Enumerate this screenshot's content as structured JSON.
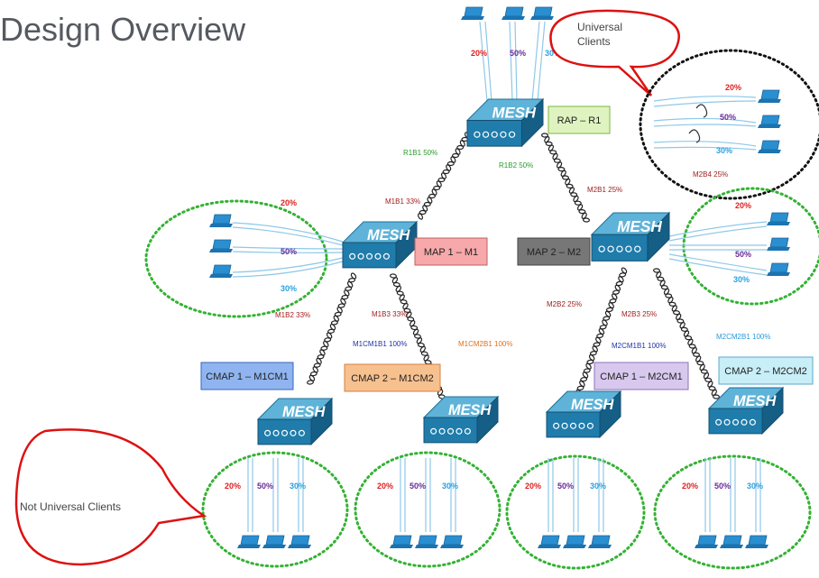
{
  "title": "Design Overview",
  "colors": {
    "mesh_top": "#5fb3d8",
    "mesh_side": "#1d6f99",
    "green_dot": "#33b233",
    "black_dot": "#111111",
    "callout": "#dd1111",
    "pct20": "#e02020",
    "pct50": "#6a2a9a",
    "pct30": "#2aa0e0",
    "link_red": "#a02020",
    "link_green": "#2a9a2a",
    "link_blue": "#2233aa",
    "link_orange": "#e07020"
  },
  "callouts": {
    "universal": "Universal\nClients",
    "not_universal": "Not Universal Clients"
  },
  "nodes": {
    "rap": {
      "badge": "MESH",
      "label": "RAP – R1"
    },
    "map1": {
      "badge": "MESH",
      "label": "MAP 1 – M1"
    },
    "map2": {
      "badge": "MESH",
      "label": "MAP 2 – M2"
    },
    "cmap1m1": {
      "badge": "MESH",
      "label": "CMAP 1 – M1CM1"
    },
    "cmap2m1": {
      "badge": "MESH",
      "label": "CMAP 2 – M1CM2"
    },
    "cmap1m2": {
      "badge": "MESH",
      "label": "CMAP 1 – M2CM1"
    },
    "cmap2m2": {
      "badge": "MESH",
      "label": "CMAP 2 – M2CM2"
    }
  },
  "link_labels": {
    "r1b1": "R1B1 50%",
    "r1b2": "R1B2 50%",
    "m1b1": "M1B1 33%",
    "m2b1": "M2B1 25%",
    "m1b2": "M1B2 33%",
    "m1b3": "M1B3 33%",
    "m2b2": "M2B2 25%",
    "m2b3": "M2B3 25%",
    "m2b4": "M2B4 25%",
    "m1cm1b1": "M1CM1B1 100%",
    "m1cm2b1": "M1CM2B1 100%",
    "m2cm1b1": "M2CM1B1 100%",
    "m2cm2b1": "M2CM2B1 100%"
  },
  "client_shares": [
    "20%",
    "50%",
    "30%"
  ]
}
